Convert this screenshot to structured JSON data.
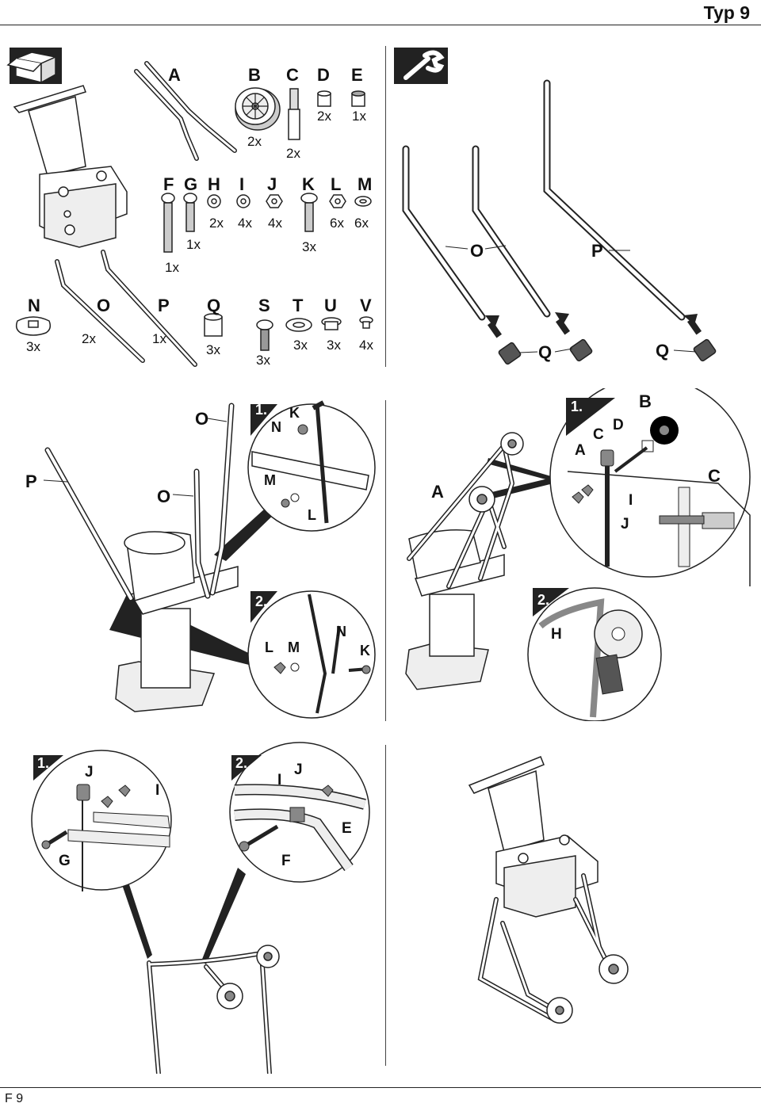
{
  "header": {
    "type_label": "Typ 9"
  },
  "footer": {
    "page_label": "F 9"
  },
  "parts_top": {
    "letters": [
      "A",
      "B",
      "C",
      "D",
      "E"
    ],
    "counts": {
      "B": "2x",
      "C": "2x",
      "D": "2x",
      "E": "1x"
    }
  },
  "parts_mid": {
    "letters": [
      "F",
      "G",
      "H",
      "I",
      "J",
      "K",
      "L",
      "M"
    ],
    "counts": {
      "F": "1x",
      "G": "1x",
      "H": "2x",
      "I": "4x",
      "J": "4x",
      "K": "3x",
      "L": "6x",
      "M": "6x"
    }
  },
  "parts_bottom": {
    "letters": [
      "N",
      "O",
      "P",
      "Q",
      "S",
      "T",
      "U",
      "V"
    ],
    "counts": {
      "N": "3x",
      "O": "2x",
      "P": "1x",
      "Q": "3x",
      "S": "3x",
      "T": "3x",
      "U": "3x",
      "V": "4x"
    }
  },
  "step_tool": {
    "labels": {
      "O": "O",
      "P": "P",
      "Q1": "Q",
      "Q2": "Q"
    }
  },
  "step_frame": {
    "main_labels": {
      "O1": "O",
      "O2": "O",
      "P": "P"
    },
    "detail1": {
      "num": "1.",
      "K": "K",
      "N": "N",
      "M": "M",
      "L": "L"
    },
    "detail2": {
      "num": "2.",
      "L": "L",
      "M": "M",
      "N": "N",
      "K": "K"
    }
  },
  "step_wheels": {
    "main_labels": {
      "A": "A",
      "C": "C"
    },
    "detail1": {
      "num": "1.",
      "B": "B",
      "D": "D",
      "C": "C",
      "A": "A",
      "I": "I",
      "J": "J"
    },
    "detail2": {
      "num": "2.",
      "H": "H"
    }
  },
  "step_handle": {
    "detail1": {
      "num": "1.",
      "J": "J",
      "I": "I",
      "G": "G"
    },
    "detail2": {
      "num": "2.",
      "I": "I",
      "J": "J",
      "E": "E",
      "F": "F"
    }
  }
}
